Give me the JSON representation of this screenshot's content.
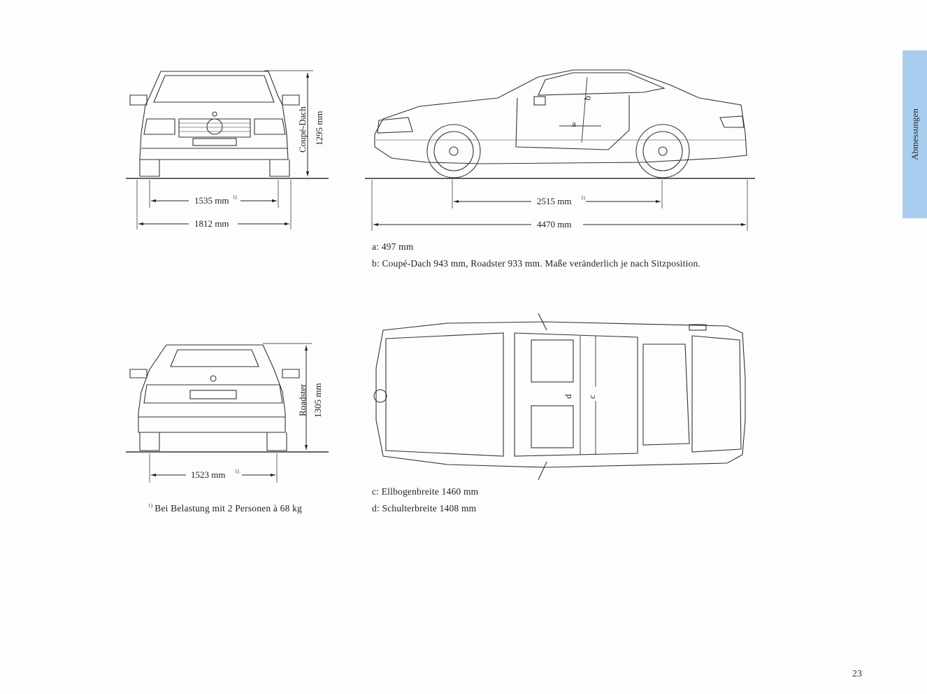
{
  "tab": {
    "label": "Abmessungen",
    "color": "#a9cdee"
  },
  "page_number": "23",
  "front_view": {
    "height_label": "Coupé-Dach",
    "height_value": "1295 mm",
    "track_value": "1535 mm",
    "track_note_mark": "1)",
    "width_value": "1812 mm"
  },
  "side_view": {
    "label_a": "a",
    "label_b": "b",
    "wheelbase_value": "2515 mm",
    "wheelbase_note_mark": "1)",
    "length_value": "4470 mm"
  },
  "rear_view": {
    "height_label": "Roadster",
    "height_value": "1305 mm",
    "track_value": "1523 mm",
    "track_note_mark": "1)"
  },
  "top_view": {
    "label_c": "c",
    "label_d": "d"
  },
  "notes_side": {
    "line_a": "a: 497 mm",
    "line_b": "b: Coupé-Dach 943 mm, Roadster 933 mm. Maße veränderlich je nach Sitzposition."
  },
  "notes_top": {
    "line_c": "c: Ellbogenbreite 1460 mm",
    "line_d": "d: Schulterbreite 1408 mm"
  },
  "footnote": {
    "mark": "1)",
    "text": "Bei Belastung mit 2 Personen à 68 kg"
  }
}
